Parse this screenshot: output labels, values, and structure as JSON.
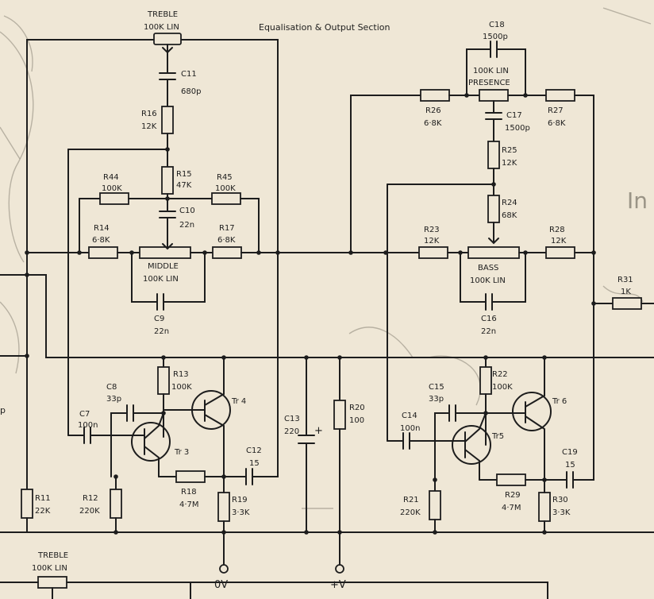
{
  "title": "Equalisation & Output Section",
  "controls": {
    "treble": {
      "name": "TREBLE",
      "value": "100K LIN"
    },
    "presence": {
      "name": "PRESENCE",
      "value": "100K LIN"
    },
    "middle": {
      "name": "MIDDLE",
      "value": "100K LIN"
    },
    "bass": {
      "name": "BASS",
      "value": "100K LIN"
    },
    "treble_lower": {
      "name": "TREBLE",
      "value": "100K LIN"
    }
  },
  "resistors": {
    "R11": {
      "ref": "R11",
      "value": "22K"
    },
    "R12": {
      "ref": "R12",
      "value": "220K"
    },
    "R13": {
      "ref": "R13",
      "value": "100K"
    },
    "R14": {
      "ref": "R14",
      "value": "6·8K"
    },
    "R15": {
      "ref": "R15",
      "value": "47K"
    },
    "R16": {
      "ref": "R16",
      "value": "12K"
    },
    "R17": {
      "ref": "R17",
      "value": "6·8K"
    },
    "R18": {
      "ref": "R18",
      "value": "4·7M"
    },
    "R19": {
      "ref": "R19",
      "value": "3·3K"
    },
    "R20": {
      "ref": "R20",
      "value": "100"
    },
    "R21": {
      "ref": "R21",
      "value": "220K"
    },
    "R22": {
      "ref": "R22",
      "value": "100K"
    },
    "R23": {
      "ref": "R23",
      "value": "12K"
    },
    "R24": {
      "ref": "R24",
      "value": "68K"
    },
    "R25": {
      "ref": "R25",
      "value": "12K"
    },
    "R26": {
      "ref": "R26",
      "value": "6·8K"
    },
    "R27": {
      "ref": "R27",
      "value": "6·8K"
    },
    "R28": {
      "ref": "R28",
      "value": "12K"
    },
    "R29": {
      "ref": "R29",
      "value": "4·7M"
    },
    "R30": {
      "ref": "R30",
      "value": "3·3K"
    },
    "R31": {
      "ref": "R31",
      "value": "1K"
    },
    "R44": {
      "ref": "R44",
      "value": "100K"
    },
    "R45": {
      "ref": "R45",
      "value": "100K"
    }
  },
  "capacitors": {
    "C7": {
      "ref": "C7",
      "value": "100n"
    },
    "C8": {
      "ref": "C8",
      "value": "33p"
    },
    "C9": {
      "ref": "C9",
      "value": "22n"
    },
    "C10": {
      "ref": "C10",
      "value": "22n"
    },
    "C11": {
      "ref": "C11",
      "value": "680p"
    },
    "C12": {
      "ref": "C12",
      "value": "15"
    },
    "C13": {
      "ref": "C13",
      "value": "220"
    },
    "C14": {
      "ref": "C14",
      "value": "100n"
    },
    "C15": {
      "ref": "C15",
      "value": "33p"
    },
    "C16": {
      "ref": "C16",
      "value": "22n"
    },
    "C17": {
      "ref": "C17",
      "value": "1500p"
    },
    "C18": {
      "ref": "C18",
      "value": "1500p"
    },
    "C19": {
      "ref": "C19",
      "value": "15"
    }
  },
  "transistors": {
    "Tr3": "Tr 3",
    "Tr4": "Tr 4",
    "Tr5": "Tr5",
    "Tr6": "Tr 6"
  },
  "terminals": {
    "ground": "0V",
    "supply": "+V"
  },
  "c13_polarity": "+",
  "edge_text": {
    "left_p": "p",
    "right_in": "In"
  }
}
